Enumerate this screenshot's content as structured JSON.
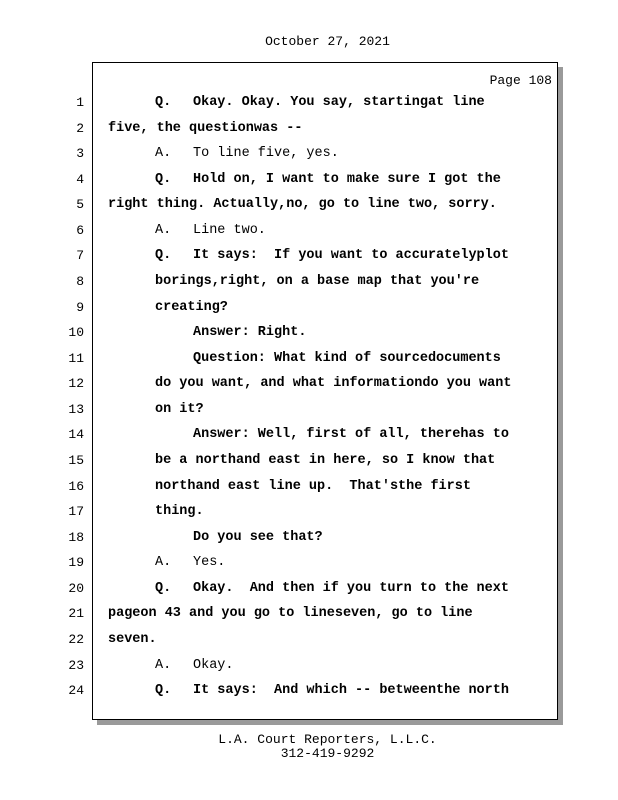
{
  "header": {
    "date": "October 27, 2021"
  },
  "page_label": "Page 108",
  "lines": [
    {
      "n": "1",
      "label": "Q.",
      "text": "Okay. Okay. You say, startingat line",
      "indent": 2,
      "bold": true
    },
    {
      "n": "2",
      "label": "",
      "text": "five, the questionwas --",
      "indent": 0,
      "bold": true
    },
    {
      "n": "3",
      "label": "A.",
      "text": "To line five, yes.",
      "indent": 2,
      "bold": false
    },
    {
      "n": "4",
      "label": "Q.",
      "text": "Hold on, I want to make sure I got the",
      "indent": 2,
      "bold": true
    },
    {
      "n": "5",
      "label": "",
      "text": "right thing. Actually,no, go to line two, sorry.",
      "indent": 0,
      "bold": true
    },
    {
      "n": "6",
      "label": "A.",
      "text": "Line two.",
      "indent": 2,
      "bold": false
    },
    {
      "n": "7",
      "label": "Q.",
      "text": "It says:  If you want to accuratelyplot",
      "indent": 2,
      "bold": true
    },
    {
      "n": "8",
      "label": "",
      "text": "borings,right, on a base map that you're",
      "indent": 1,
      "bold": true
    },
    {
      "n": "9",
      "label": "",
      "text": "creating?",
      "indent": 1,
      "bold": true
    },
    {
      "n": "10",
      "label": "",
      "text": "Answer: Right.",
      "indent": 2,
      "bold": true
    },
    {
      "n": "11",
      "label": "",
      "text": "Question: What kind of sourcedocuments",
      "indent": 2,
      "bold": true
    },
    {
      "n": "12",
      "label": "",
      "text": "do you want, and what informationdo you want",
      "indent": 1,
      "bold": true
    },
    {
      "n": "13",
      "label": "",
      "text": "on it?",
      "indent": 1,
      "bold": true
    },
    {
      "n": "14",
      "label": "",
      "text": "Answer: Well, first of all, therehas to",
      "indent": 2,
      "bold": true
    },
    {
      "n": "15",
      "label": "",
      "text": "be a northand east in here, so I know that",
      "indent": 1,
      "bold": true
    },
    {
      "n": "16",
      "label": "",
      "text": "northand east line up.  That'sthe first",
      "indent": 1,
      "bold": true
    },
    {
      "n": "17",
      "label": "",
      "text": "thing.",
      "indent": 1,
      "bold": true
    },
    {
      "n": "18",
      "label": "",
      "text": "Do you see that?",
      "indent": 2,
      "bold": true
    },
    {
      "n": "19",
      "label": "A.",
      "text": "Yes.",
      "indent": 2,
      "bold": false
    },
    {
      "n": "20",
      "label": "Q.",
      "text": "Okay.  And then if you turn to the next",
      "indent": 2,
      "bold": true
    },
    {
      "n": "21",
      "label": "",
      "text": "pageon 43 and you go to lineseven, go to line",
      "indent": 0,
      "bold": true
    },
    {
      "n": "22",
      "label": "",
      "text": "seven.",
      "indent": 0,
      "bold": true
    },
    {
      "n": "23",
      "label": "A.",
      "text": "Okay.",
      "indent": 2,
      "bold": false
    },
    {
      "n": "24",
      "label": "Q.",
      "text": "It says:  And which -- betweenthe north",
      "indent": 2,
      "bold": true
    }
  ],
  "footer": {
    "company": "L.A. Court Reporters, L.L.C.",
    "phone": "312-419-9292"
  }
}
